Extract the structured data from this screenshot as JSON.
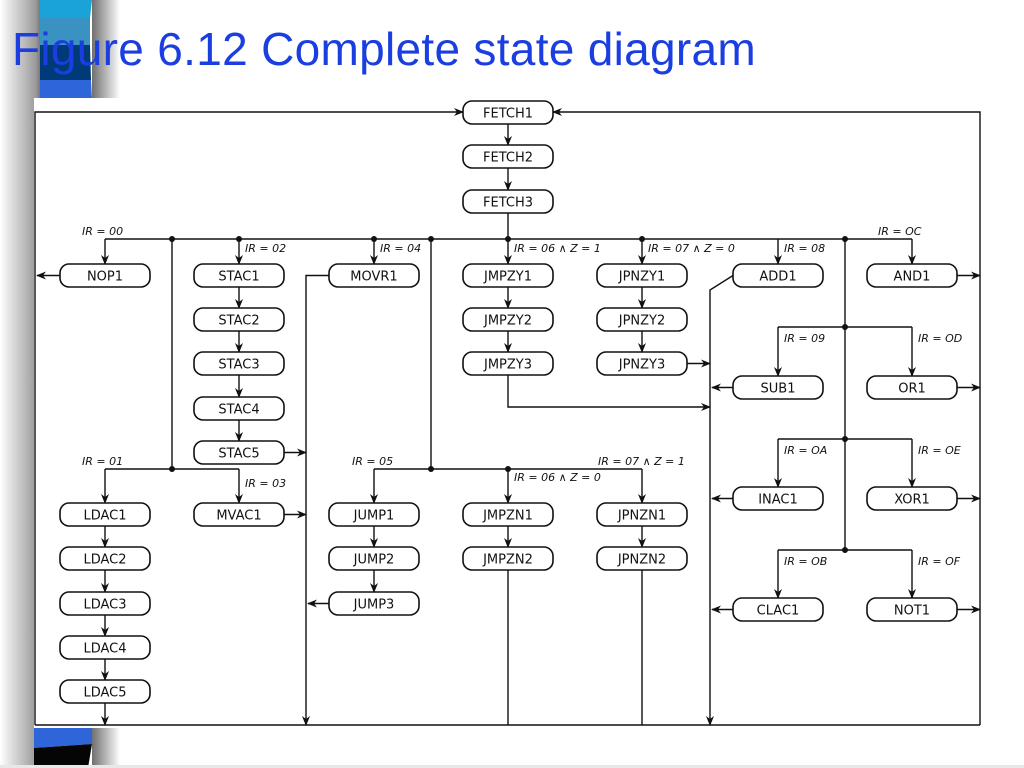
{
  "title": "Figure 6.12 Complete state diagram",
  "colors": {
    "title": "#1a3ee0",
    "stripe_top": "#1aa3d6",
    "stripe_mid": "#2f8fc4",
    "stripe_dark": "#003a78",
    "stripe_blue": "#2e66d9",
    "line": "#111111"
  },
  "states": {
    "fetch": [
      "FETCH1",
      "FETCH2",
      "FETCH3"
    ],
    "nop": [
      "NOP1"
    ],
    "stac": [
      "STAC1",
      "STAC2",
      "STAC3",
      "STAC4",
      "STAC5"
    ],
    "movr": [
      "MOVR1"
    ],
    "jmpzy": [
      "JMPZY1",
      "JMPZY2",
      "JMPZY3"
    ],
    "jpnzy": [
      "JPNZY1",
      "JPNZY2",
      "JPNZY3"
    ],
    "add": [
      "ADD1"
    ],
    "and": [
      "AND1"
    ],
    "sub": [
      "SUB1"
    ],
    "or": [
      "OR1"
    ],
    "inac": [
      "INAC1"
    ],
    "xor": [
      "XOR1"
    ],
    "clac": [
      "CLAC1"
    ],
    "not": [
      "NOT1"
    ],
    "ldac": [
      "LDAC1",
      "LDAC2",
      "LDAC3",
      "LDAC4",
      "LDAC5"
    ],
    "mvac": [
      "MVAC1"
    ],
    "jump": [
      "JUMP1",
      "JUMP2",
      "JUMP3"
    ],
    "jmpzn": [
      "JMPZN1",
      "JMPZN2"
    ],
    "jpnzn": [
      "JPNZN1",
      "JPNZN2"
    ]
  },
  "conditions": {
    "ir00": "IR = 00",
    "ir01": "IR = 01",
    "ir02": "IR = 02",
    "ir03": "IR = 03",
    "ir04": "IR = 04",
    "ir05": "IR = 05",
    "ir06z1": "IR = 06 ∧ Z = 1",
    "ir06z0": "IR = 06 ∧ Z = 0",
    "ir07z0": "IR = 07 ∧ Z = 0",
    "ir07z1": "IR = 07 ∧ Z = 1",
    "ir08": "IR = 08",
    "ir09": "IR = 09",
    "ir0a": "IR = OA",
    "ir0b": "IR = OB",
    "ir0c": "IR = OC",
    "ir0d": "IR = OD",
    "ir0e": "IR = OE",
    "ir0f": "IR = OF"
  }
}
